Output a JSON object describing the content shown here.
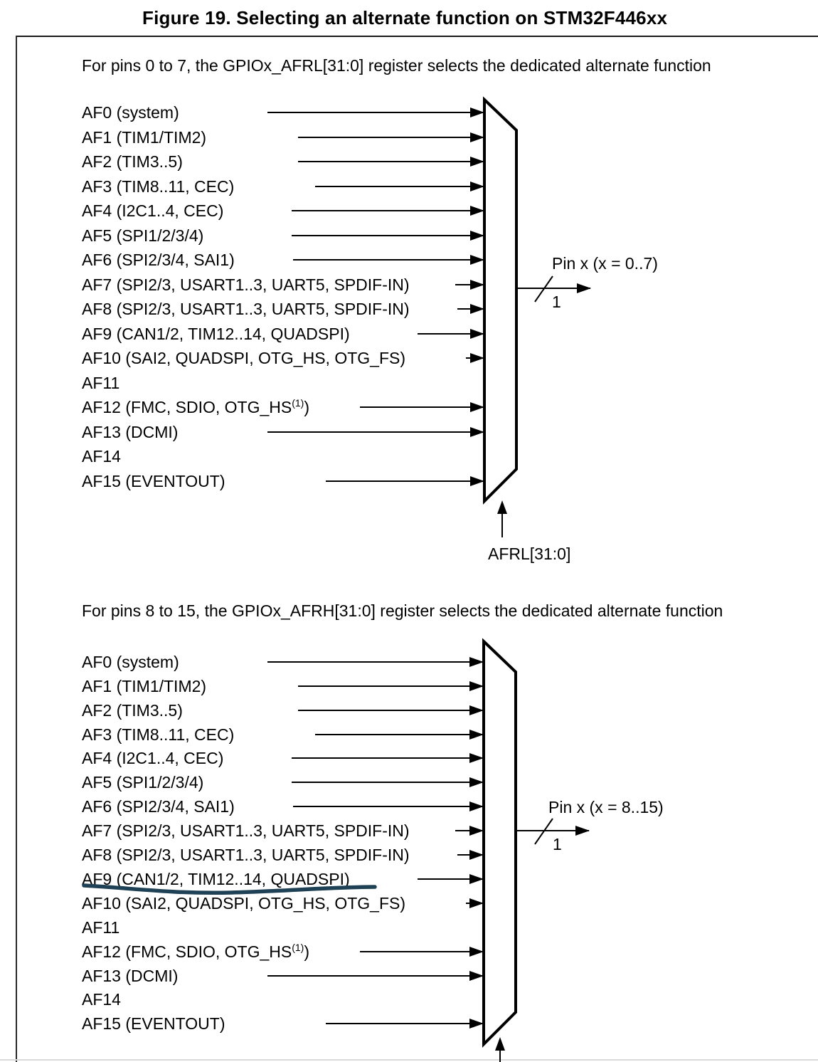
{
  "figure_title": "Figure 19. Selecting an alternate function on STM32F446xx",
  "annotation": {
    "type": "hand-drawn underline",
    "target": "AF9 row in pins 8 to 15 section",
    "color": "#1f4156"
  },
  "diagram_colors": {
    "line": "#000000",
    "background": "#ffffff"
  },
  "sections": [
    {
      "intro": "For pins 0 to 7, the GPIOx_AFRL[31:0] register selects the dedicated alternate function",
      "pin_label": "Pin x (x = 0..7)",
      "bus_width": "1",
      "register_label": "AFRL[31:0]",
      "rows": [
        {
          "label": "AF0 (system)"
        },
        {
          "label": "AF1 (TIM1/TIM2)"
        },
        {
          "label": "AF2 (TIM3..5)"
        },
        {
          "label": "AF3 (TIM8..11, CEC)"
        },
        {
          "label": "AF4 (I2C1..4, CEC)"
        },
        {
          "label": "AF5 (SPI1/2/3/4)"
        },
        {
          "label": "AF6 (SPI2/3/4, SAI1)"
        },
        {
          "label": "AF7 (SPI2/3, USART1..3, UART5, SPDIF-IN)"
        },
        {
          "label": "AF8 (SPI2/3, USART1..3, UART5, SPDIF-IN)"
        },
        {
          "label": "AF9 (CAN1/2, TIM12..14, QUADSPI)"
        },
        {
          "label": "AF10 (SAI2, QUADSPI, OTG_HS, OTG_FS)"
        },
        {
          "label": "AF11"
        },
        {
          "label": "AF12 (FMC, SDIO, OTG_HS",
          "sup": "(1)",
          "after": ")"
        },
        {
          "label": "AF13 (DCMI)"
        },
        {
          "label": "AF14"
        },
        {
          "label": "AF15 (EVENTOUT)"
        }
      ]
    },
    {
      "intro": "For pins 8 to 15, the GPIOx_AFRH[31:0] register selects the dedicated alternate function",
      "pin_label": "Pin x (x = 8..15)",
      "bus_width": "1",
      "rows": [
        {
          "label": "AF0 (system)"
        },
        {
          "label": "AF1 (TIM1/TIM2)"
        },
        {
          "label": "AF2 (TIM3..5)"
        },
        {
          "label": "AF3 (TIM8..11, CEC)"
        },
        {
          "label": "AF4 (I2C1..4, CEC)"
        },
        {
          "label": "AF5 (SPI1/2/3/4)"
        },
        {
          "label": "AF6 (SPI2/3/4, SAI1)"
        },
        {
          "label": "AF7 (SPI2/3, USART1..3, UART5, SPDIF-IN)"
        },
        {
          "label": "AF8 (SPI2/3, USART1..3, UART5, SPDIF-IN)"
        },
        {
          "label": "AF9 (CAN1/2, TIM12..14, QUADSPI)"
        },
        {
          "label": "AF10 (SAI2, QUADSPI, OTG_HS, OTG_FS)"
        },
        {
          "label": "AF11"
        },
        {
          "label": "AF12 (FMC, SDIO, OTG_HS",
          "sup": "(1)",
          "after": ")"
        },
        {
          "label": "AF13 (DCMI)"
        },
        {
          "label": "AF14"
        },
        {
          "label": "AF15 (EVENTOUT)"
        }
      ]
    }
  ]
}
